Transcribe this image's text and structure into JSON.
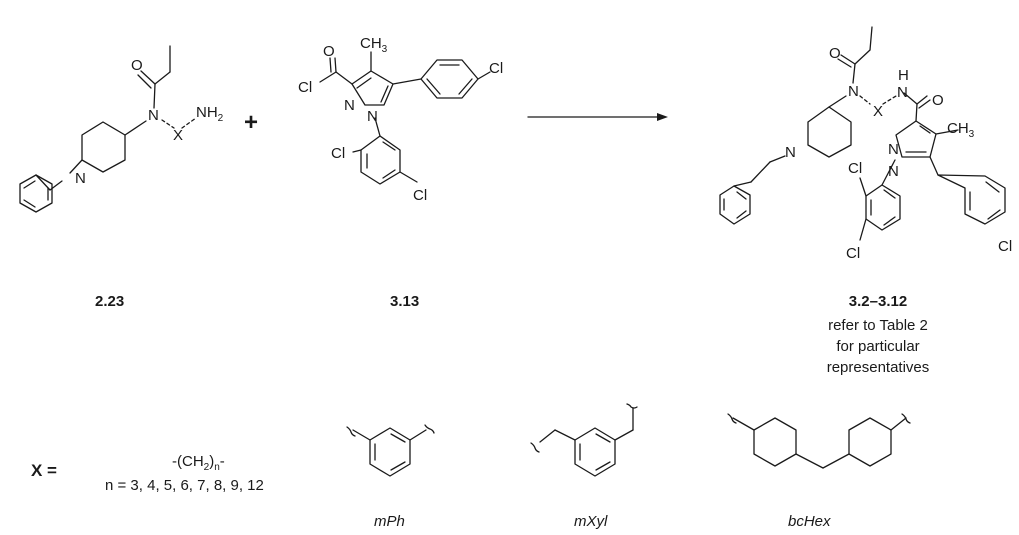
{
  "atoms": {
    "O": "O",
    "N": "N",
    "X": "X",
    "NH2_main": "NH",
    "NH2_sub": "2",
    "NH": "H",
    "Cl": "Cl",
    "CH3_main": "CH",
    "CH3_sub": "3"
  },
  "labels": {
    "compound_a": "2.23",
    "compound_b": "3.13",
    "products": "3.2–3.12",
    "products_caption_1": "refer to Table 2",
    "products_caption_2": "for particular",
    "products_caption_3": "representatives",
    "plus": "+"
  },
  "x_definition": {
    "x_equals": "X =",
    "chain_prefix": "-(CH",
    "chain_sub1": "2",
    "chain_mid": ")",
    "chain_sub2": "n",
    "chain_suffix": "-",
    "n_values": "n = 3, 4, 5, 6, 7, 8, 9, 12",
    "linker_1": "mPh",
    "linker_2": "mXyl",
    "linker_3": "bcHex"
  },
  "colors": {
    "ink": "#1a1a1a",
    "background": "#ffffff"
  }
}
